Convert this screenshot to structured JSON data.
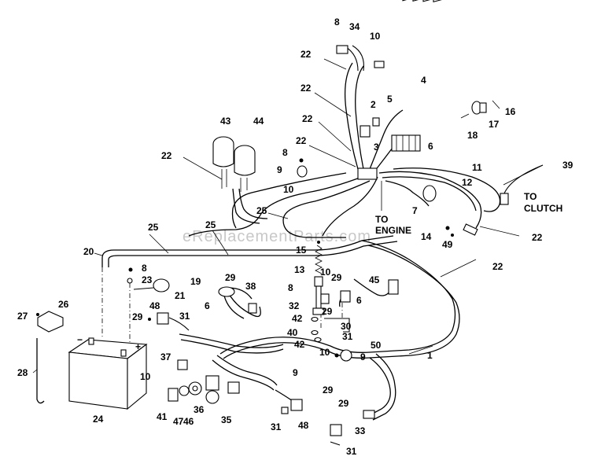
{
  "watermark": "eReplacementParts.com",
  "callouts": {
    "to_engine_1": "TO",
    "to_engine_2": "ENGINE",
    "to_clutch_1": "TO",
    "to_clutch_2": "CLUTCH"
  },
  "parts": [
    {
      "id": "p8a",
      "num": "8"
    },
    {
      "id": "p34",
      "num": "34"
    },
    {
      "id": "p10a",
      "num": "10"
    },
    {
      "id": "p22a",
      "num": "22"
    },
    {
      "id": "p4",
      "num": "4"
    },
    {
      "id": "p22b",
      "num": "22"
    },
    {
      "id": "p5",
      "num": "5"
    },
    {
      "id": "p2",
      "num": "2"
    },
    {
      "id": "p16",
      "num": "16"
    },
    {
      "id": "p43",
      "num": "43"
    },
    {
      "id": "p44",
      "num": "44"
    },
    {
      "id": "p22c",
      "num": "22"
    },
    {
      "id": "p3",
      "num": "3"
    },
    {
      "id": "p17",
      "num": "17"
    },
    {
      "id": "p22d",
      "num": "22"
    },
    {
      "id": "p6a",
      "num": "6"
    },
    {
      "id": "p18",
      "num": "18"
    },
    {
      "id": "p22e",
      "num": "22"
    },
    {
      "id": "p8b",
      "num": "8"
    },
    {
      "id": "p11",
      "num": "11"
    },
    {
      "id": "p39",
      "num": "39"
    },
    {
      "id": "p9a",
      "num": "9"
    },
    {
      "id": "p12",
      "num": "12"
    },
    {
      "id": "p10b",
      "num": "10"
    },
    {
      "id": "p7",
      "num": "7"
    },
    {
      "id": "p25a",
      "num": "25"
    },
    {
      "id": "p25b",
      "num": "25"
    },
    {
      "id": "p25c",
      "num": "25"
    },
    {
      "id": "p14",
      "num": "14"
    },
    {
      "id": "p22f",
      "num": "22"
    },
    {
      "id": "p49",
      "num": "49"
    },
    {
      "id": "p20",
      "num": "20"
    },
    {
      "id": "p15",
      "num": "15"
    },
    {
      "id": "p22g",
      "num": "22"
    },
    {
      "id": "p8c",
      "num": "8"
    },
    {
      "id": "p13",
      "num": "13"
    },
    {
      "id": "p10c",
      "num": "10"
    },
    {
      "id": "p23",
      "num": "23"
    },
    {
      "id": "p19",
      "num": "19"
    },
    {
      "id": "p29a",
      "num": "29"
    },
    {
      "id": "p29b",
      "num": "29"
    },
    {
      "id": "p45",
      "num": "45"
    },
    {
      "id": "p38",
      "num": "38"
    },
    {
      "id": "p8d",
      "num": "8"
    },
    {
      "id": "p6b",
      "num": "6"
    },
    {
      "id": "p21",
      "num": "21"
    },
    {
      "id": "p6c",
      "num": "6"
    },
    {
      "id": "p32",
      "num": "32"
    },
    {
      "id": "p26",
      "num": "26"
    },
    {
      "id": "p48a",
      "num": "48"
    },
    {
      "id": "p29c",
      "num": "29"
    },
    {
      "id": "p27",
      "num": "27"
    },
    {
      "id": "p29d",
      "num": "29"
    },
    {
      "id": "p31a",
      "num": "31"
    },
    {
      "id": "p42a",
      "num": "42"
    },
    {
      "id": "p30",
      "num": "30"
    },
    {
      "id": "p40",
      "num": "40"
    },
    {
      "id": "p31b",
      "num": "31"
    },
    {
      "id": "p42b",
      "num": "42"
    },
    {
      "id": "p50",
      "num": "50"
    },
    {
      "id": "p1",
      "num": "1"
    },
    {
      "id": "p10d",
      "num": "10"
    },
    {
      "id": "p9b",
      "num": "9"
    },
    {
      "id": "p37",
      "num": "37"
    },
    {
      "id": "p28",
      "num": "28"
    },
    {
      "id": "p9c",
      "num": "9"
    },
    {
      "id": "p10e",
      "num": "10"
    },
    {
      "id": "p29e",
      "num": "29"
    },
    {
      "id": "p24",
      "num": "24"
    },
    {
      "id": "p29f",
      "num": "29"
    },
    {
      "id": "p41",
      "num": "41"
    },
    {
      "id": "p47",
      "num": "47"
    },
    {
      "id": "p46",
      "num": "46"
    },
    {
      "id": "p36",
      "num": "36"
    },
    {
      "id": "p35",
      "num": "35"
    },
    {
      "id": "p31c",
      "num": "31"
    },
    {
      "id": "p48b",
      "num": "48"
    },
    {
      "id": "p33",
      "num": "33"
    },
    {
      "id": "p31d",
      "num": "31"
    }
  ]
}
